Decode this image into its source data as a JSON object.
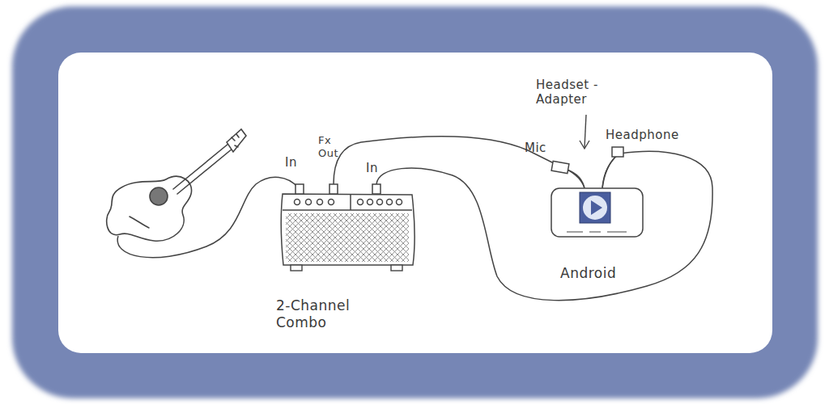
{
  "diagram": {
    "nodes": [
      {
        "text": [
          "2-Channel Combo"
        ]
      },
      {
        "text": [
          "Android"
        ]
      }
    ],
    "edges": [
      {
        "from": 0,
        "to": 1,
        "arrow": "none"
      },
      {
        "from": 1,
        "to": 0,
        "arrow": "none"
      }
    ],
    "labels": [
      "In",
      "Fx Out",
      "In",
      "Headset - Adapter",
      "Mic",
      "Headphone"
    ]
  }
}
